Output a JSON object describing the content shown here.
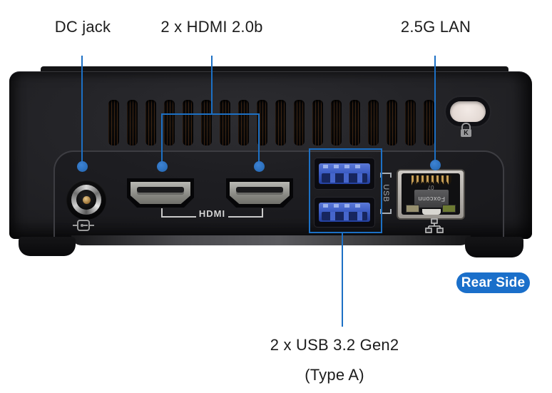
{
  "callouts": {
    "dc": {
      "label": "DC jack"
    },
    "hdmi": {
      "label": "2 x HDMI 2.0b"
    },
    "lan": {
      "label": "2.5G LAN"
    },
    "usb": {
      "line1": "2 x USB 3.2 Gen2",
      "line2": "(Type A)"
    }
  },
  "badge": {
    "label": "Rear Side",
    "bg_color": "#1a6fca",
    "text_color": "#ffffff"
  },
  "engravings": {
    "hdmi": "HDMI",
    "usb": "USB"
  },
  "lan_module": {
    "brand": "Foxconn",
    "code": "07"
  },
  "kensington": {
    "glyph": "K"
  },
  "colors": {
    "accent_blue": "#1c70c5",
    "chassis_body": "#232327",
    "label_text": "#1c1c1c"
  },
  "layout_meta": {
    "vent_slot_count": 18
  }
}
